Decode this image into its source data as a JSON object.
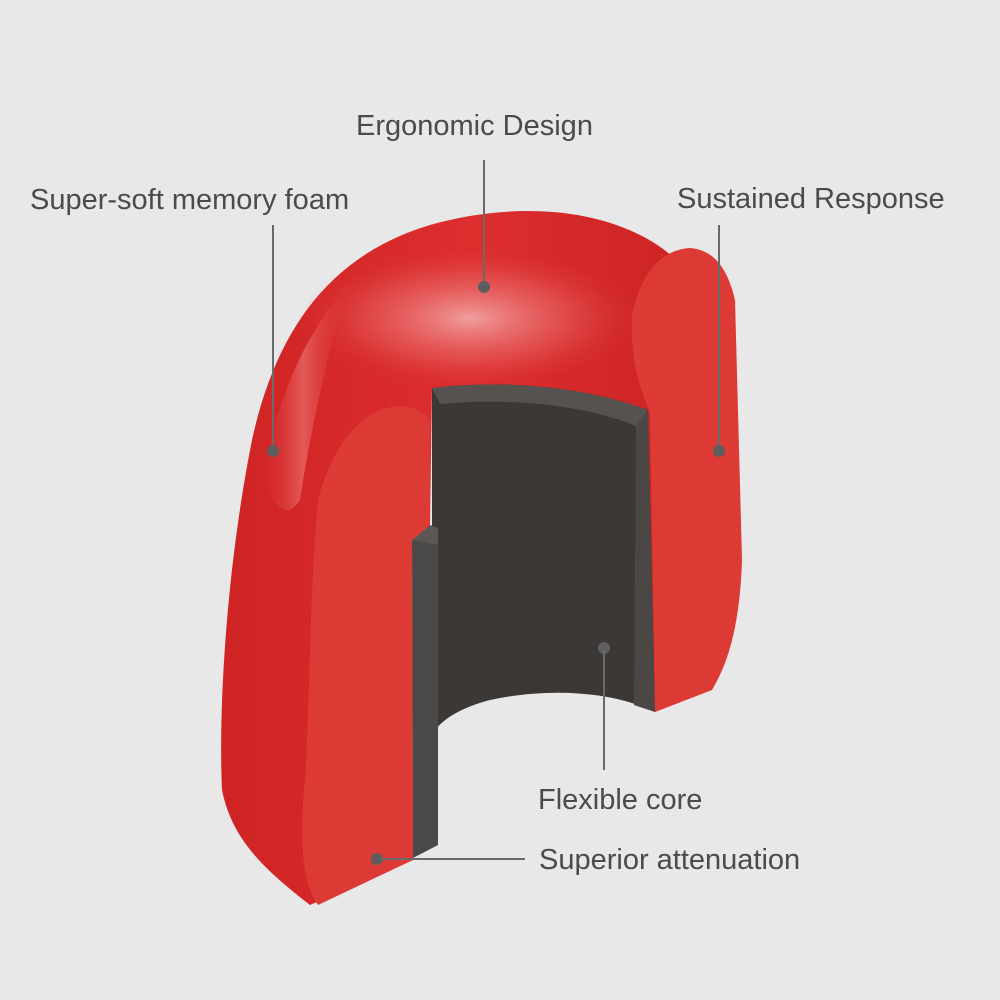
{
  "colors": {
    "background": "#e8e8e8",
    "foam_red": "#d82a2a",
    "foam_cut": "#e23a35",
    "core_dark": "#3b3836",
    "core_edge": "#4e4c4a",
    "label_text": "#4b4b4b",
    "leader_line": "#6a6a6a"
  },
  "labels": {
    "ergonomic_design": "Ergonomic Design",
    "super_soft_memory_foam": "Super-soft memory foam",
    "sustained_response": "Sustained Response",
    "flexible_core": "Flexible core",
    "superior_attenuation": "Superior attenuation"
  }
}
